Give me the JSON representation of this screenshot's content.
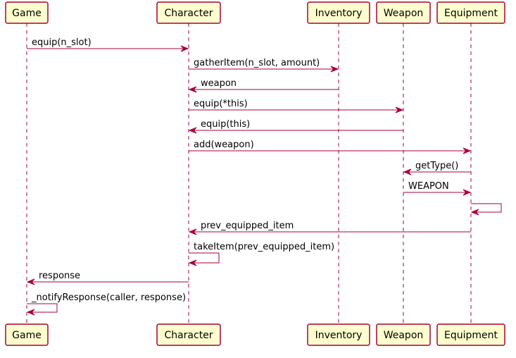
{
  "participants": [
    {
      "id": "game",
      "name": "Game"
    },
    {
      "id": "character",
      "name": "Character"
    },
    {
      "id": "inventory",
      "name": "Inventory"
    },
    {
      "id": "weapon",
      "name": "Weapon"
    },
    {
      "id": "equipment",
      "name": "Equipment"
    }
  ],
  "messages": [
    {
      "from": "game",
      "to": "character",
      "label": "equip(n_slot)"
    },
    {
      "from": "character",
      "to": "inventory",
      "label": "gatherItem(n_slot, amount)"
    },
    {
      "from": "inventory",
      "to": "character",
      "label": "weapon"
    },
    {
      "from": "character",
      "to": "weapon",
      "label": "equip(*this)"
    },
    {
      "from": "weapon",
      "to": "character",
      "label": "equip(this)"
    },
    {
      "from": "character",
      "to": "equipment",
      "label": "add(weapon)"
    },
    {
      "from": "equipment",
      "to": "weapon",
      "label": "getType()"
    },
    {
      "from": "weapon",
      "to": "equipment",
      "label": "WEAPON"
    },
    {
      "from": "equipment",
      "to": "equipment",
      "label": ""
    },
    {
      "from": "equipment",
      "to": "character",
      "label": "prev_equipped_item"
    },
    {
      "from": "character",
      "to": "character",
      "label": "takeItem(prev_equipped_item)"
    },
    {
      "from": "character",
      "to": "game",
      "label": "response"
    },
    {
      "from": "game",
      "to": "game",
      "label": "_notifyResponse(caller, response)"
    }
  ],
  "colors": {
    "participant_fill": "#FEFECE",
    "line": "#A80036"
  }
}
